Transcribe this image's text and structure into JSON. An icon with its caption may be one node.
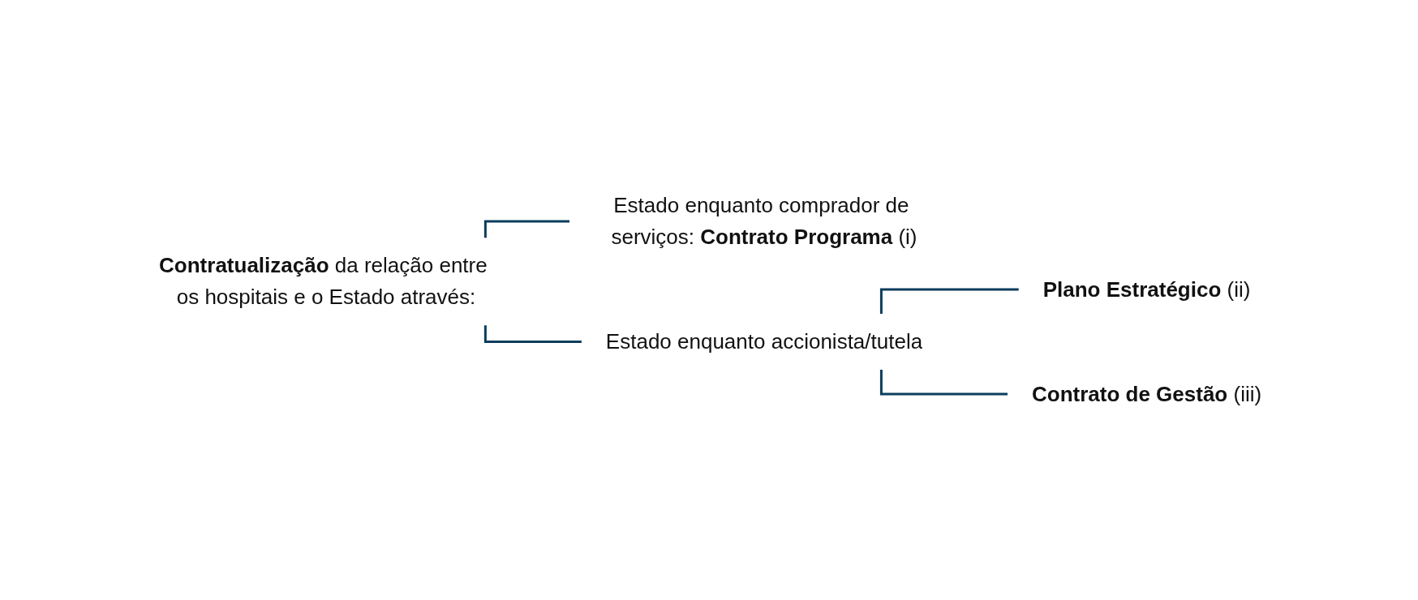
{
  "diagram": {
    "nodes": [
      {
        "text": [
          "**Contratualização** da relação entre os hospitais e o Estado através:"
        ]
      },
      {
        "text": [
          "Estado enquanto comprador de serviços: **Contrato Programa** (i)"
        ]
      },
      {
        "text": [
          "Estado enquanto accionista/tutela"
        ]
      },
      {
        "text": [
          "**Plano Estratégico** (ii)"
        ]
      },
      {
        "text": [
          "**Contrato de Gestão** (iii)"
        ]
      }
    ],
    "edges": [
      {
        "from": 0,
        "to": 1,
        "arrow": "none"
      },
      {
        "from": 0,
        "to": 2,
        "arrow": "none"
      },
      {
        "from": 2,
        "to": 3,
        "arrow": "none"
      },
      {
        "from": 2,
        "to": 4,
        "arrow": "none"
      }
    ]
  }
}
